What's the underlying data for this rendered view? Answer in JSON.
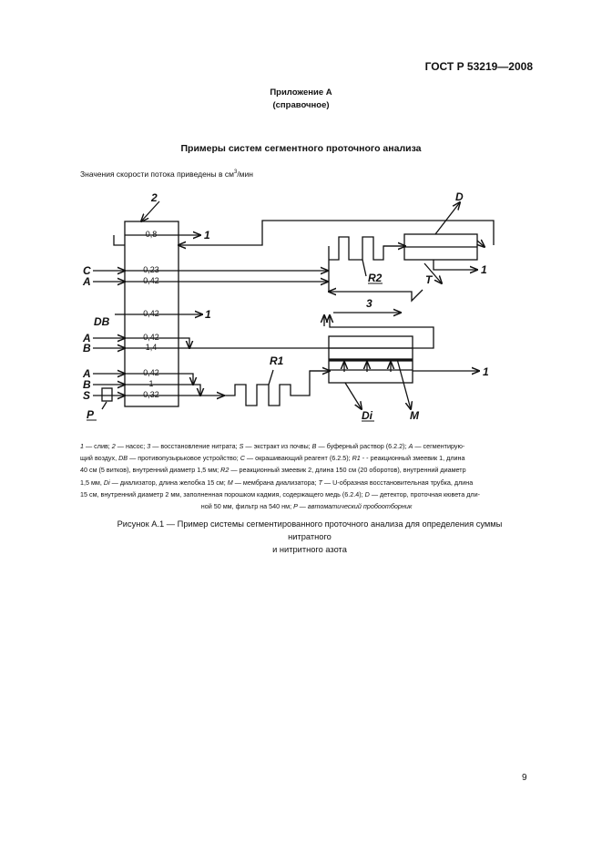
{
  "header": {
    "standard": "ГОСТ Р 53219—2008"
  },
  "appendix": {
    "title": "Приложение А",
    "subtitle": "(справочное)"
  },
  "section_title": "Примеры систем сегментного проточного анализа",
  "note": {
    "text": "Значения скорости потока приведены в см",
    "sup": "3",
    "suffix": "/мин"
  },
  "diagram": {
    "pump_label": "2",
    "tubes": [
      "0,8",
      "0,23",
      "0,42",
      "0,42",
      "0,42",
      "1,4",
      "0,42",
      "1",
      "0,32"
    ],
    "inputs": [
      "C",
      "A",
      "DB",
      "A",
      "B",
      "A",
      "B",
      "S"
    ],
    "waste_labels": [
      "1",
      "1",
      "1",
      "1"
    ],
    "component_labels": {
      "detector": "D",
      "coil2": "R2",
      "tube": "T",
      "restore": "3",
      "coil1": "R1",
      "dialyzer": "Di",
      "membrane": "M",
      "sampler": "P"
    }
  },
  "legend": {
    "lines": [
      "<i>1</i> — слив; <i>2</i> — насос; <i>3</i> — восстановление нитрата; <i>S</i> — экстракт из почвы; <i>B</i> — буферный раствор (6.2.2); <i>A</i> — сегментирую-",
      "щий воздух, <i>DB</i> — противопузырьковое устройство; <i>C</i> — окрашивающий реагент (6.2.5); <i>R1</i> - - реакционный змеевик 1, длина",
      "40 см (5 витков), внутренний диаметр 1,5 мм; <i>R2</i> — реакционный змеевик 2, длина 150 см (20 оборотов), внутренний диаметр",
      "1,5 мм, <i>Di</i> — диализатор, длина желобка 15 см; <i>M</i> — мембрана диализатора; <i>T</i> — U-образная восстановительная трубка, длина",
      "15 см, внутренний диаметр 2 мм, заполненная порошком кадмия, содержащего медь (6.2.4); <i>D</i> — детектор, проточная кювета дли-",
      "ной 50 мм, фильтр на 540 нм; <i>P — автоматический пробоотборник</i>"
    ]
  },
  "caption": {
    "line1": "Рисунок А.1 — Пример системы сегментированного проточного анализа для определения суммы нитратного",
    "line2": "и нитритного азота"
  },
  "page_number": "9"
}
